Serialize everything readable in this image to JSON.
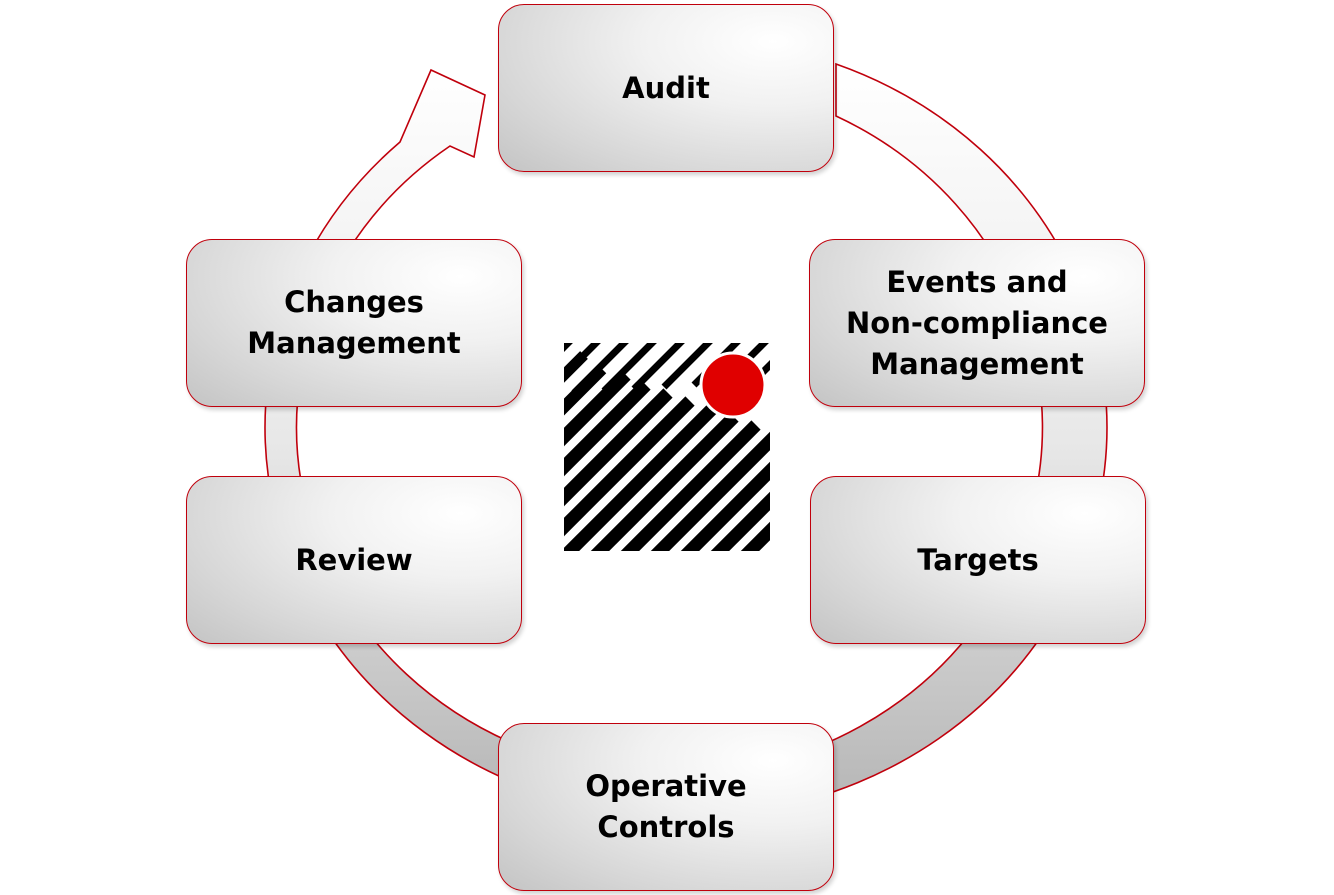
{
  "diagram": {
    "steps": [
      {
        "id": "audit",
        "label": "Audit"
      },
      {
        "id": "events",
        "label": "Events and\nNon-compliance\nManagement"
      },
      {
        "id": "targets",
        "label": "Targets"
      },
      {
        "id": "operative",
        "label": "Operative\nControls"
      },
      {
        "id": "review",
        "label": "Review"
      },
      {
        "id": "changes",
        "label": "Changes\nManagement"
      }
    ],
    "colors": {
      "border": "#c0000c",
      "ring_fill_light": "#ffffff",
      "ring_fill_dark": "#b5b5b5",
      "logo_stripes": "#000000",
      "logo_dot": "#e00000"
    },
    "logo_icon": "striped-square-with-red-dot-logo"
  }
}
